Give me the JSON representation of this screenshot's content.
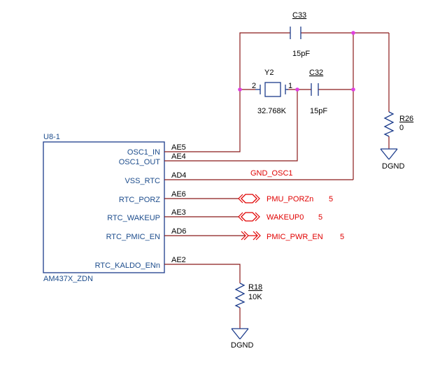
{
  "ic": {
    "designator": "U8-1",
    "part_number": "AM437X_ZDN",
    "pins": [
      {
        "name": "OSC1_IN",
        "number": "AE5"
      },
      {
        "name": "OSC1_OUT",
        "number": "AE4"
      },
      {
        "name": "VSS_RTC",
        "number": "AD4"
      },
      {
        "name": "RTC_PORZ",
        "number": "AE6"
      },
      {
        "name": "RTC_WAKEUP",
        "number": "AE3"
      },
      {
        "name": "RTC_PMIC_EN",
        "number": "AD6"
      },
      {
        "name": "RTC_KALDO_ENn",
        "number": "AE2"
      }
    ]
  },
  "components": {
    "c33": {
      "ref": "C33",
      "value": "15pF"
    },
    "c32": {
      "ref": "C32",
      "value": "15pF"
    },
    "y2": {
      "ref": "Y2",
      "value": "32.768K",
      "pin_left": "2",
      "pin_right": "1"
    },
    "r26": {
      "ref": "R26",
      "value": "0"
    },
    "r18": {
      "ref": "R18",
      "value": "10K"
    }
  },
  "nets": {
    "gnd_osc": "GND_OSC1",
    "ground_1": "DGND",
    "ground_2": "DGND"
  },
  "offpage": [
    {
      "net": "PMU_PORZn",
      "sheet": "5"
    },
    {
      "net": "WAKEUP0",
      "sheet": "5"
    },
    {
      "net": "PMIC_PWR_EN",
      "sheet": "5"
    }
  ],
  "colors": {
    "component": "#1c3c8c",
    "wire": "#8b1a1a",
    "offpage": "#e00000",
    "junction": "#e040e0"
  }
}
